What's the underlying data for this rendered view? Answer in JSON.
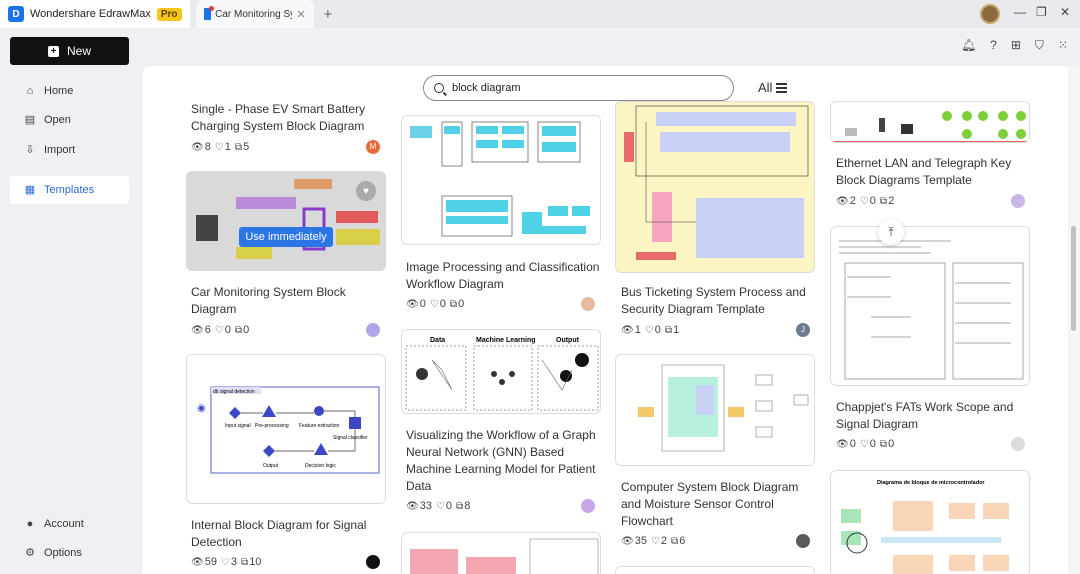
{
  "app": {
    "name": "Wondershare EdrawMax",
    "badge": "Pro",
    "doc_tab": "Car Monitoring Syste...",
    "add_tab": "+"
  },
  "window": {
    "minimize": "—",
    "maximize": "❐",
    "close": "✕"
  },
  "sidebar": {
    "new_label": "New",
    "items": [
      {
        "label": "Home",
        "icon": "home-icon"
      },
      {
        "label": "Open",
        "icon": "file-icon"
      },
      {
        "label": "Import",
        "icon": "import-icon"
      },
      {
        "label": "Templates",
        "icon": "templates-icon"
      },
      {
        "label": "Account",
        "icon": "account-icon"
      },
      {
        "label": "Options",
        "icon": "gear-icon"
      }
    ]
  },
  "toolbar_icons": [
    "bell-icon",
    "help-icon",
    "apps-icon",
    "shirt-icon",
    "grid-icon"
  ],
  "search": {
    "query": "block diagram",
    "filter_label": "All"
  },
  "cards": [
    {
      "title": "Single - Phase EV Smart Battery Charging System Block Diagram",
      "views": "8",
      "likes": "1",
      "copies": "5",
      "avatar": "M"
    },
    {
      "title": "Car Monitoring System Block Diagram",
      "views": "6",
      "likes": "0",
      "copies": "0",
      "use_label": "Use immediately"
    },
    {
      "title": "Internal Block Diagram for Signal Detection",
      "views": "59",
      "likes": "3",
      "copies": "10"
    },
    {
      "title": "Image Processing and Classification Workflow Diagram",
      "views": "0",
      "likes": "0",
      "copies": "0"
    },
    {
      "title": "Visualizing the Workflow of a Graph Neural Network (GNN) Based Machine Learning Model for Patient Data",
      "views": "33",
      "likes": "0",
      "copies": "8"
    },
    {
      "title": "Bus Ticketing System Process and Security Diagram Template",
      "views": "1",
      "likes": "0",
      "copies": "1",
      "avatar": "J"
    },
    {
      "title": "Computer System Block Diagram and Moisture Sensor Control Flowchart",
      "views": "35",
      "likes": "2",
      "copies": "6"
    },
    {
      "title": "Ethernet LAN and Telegraph Key Block Diagrams Template",
      "views": "2",
      "likes": "0",
      "copies": "2"
    },
    {
      "title": "Chappjet's FATs Work Scope and Signal Diagram",
      "views": "0",
      "likes": "0",
      "copies": "0"
    }
  ],
  "thumb_text": {
    "signal": {
      "title": "db signal detection",
      "input": "Input signal",
      "pre": "Pre-processing",
      "feature": "Feature extraction",
      "classifier": "Signal classifier",
      "output": "Output",
      "decision": "Decision logic"
    },
    "gnn": {
      "data": "Data",
      "ml": "Machine Learning",
      "output": "Output"
    },
    "micro": {
      "title": "Diagrama de bloque de microcontrolador"
    }
  },
  "colors": {
    "accent": "#2b76e5",
    "active_nav": "#2b6ad8"
  }
}
